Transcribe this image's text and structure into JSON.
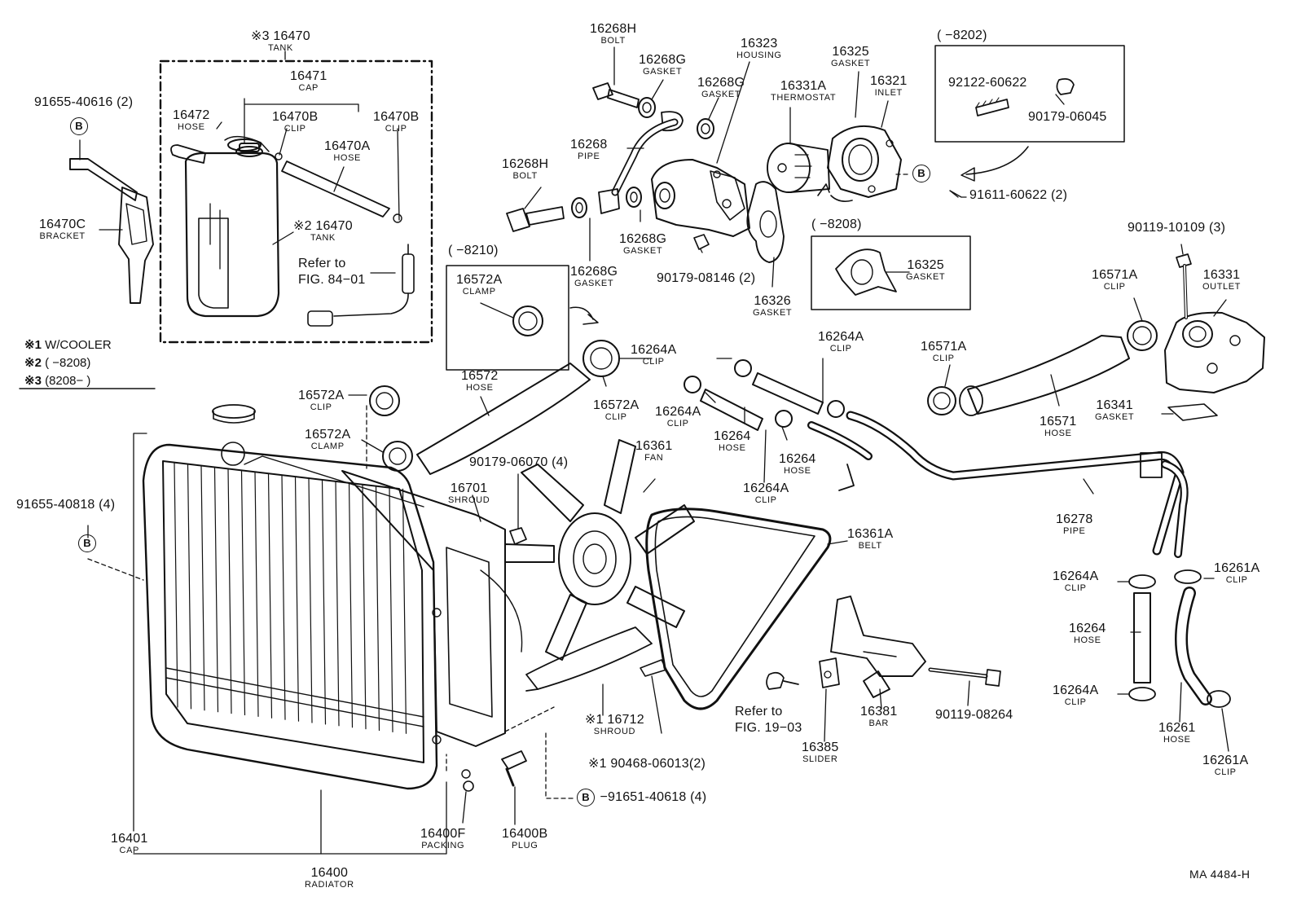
{
  "parts": [
    {
      "id": "tank3",
      "number": "※3 16470",
      "name": "TANK"
    },
    {
      "id": "cap16471",
      "number": "16471",
      "name": "CAP"
    },
    {
      "id": "hose16472",
      "number": "16472",
      "name": "HOSE"
    },
    {
      "id": "clip16470b1",
      "number": "16470B",
      "name": "CLIP"
    },
    {
      "id": "clip16470b2",
      "number": "16470B",
      "name": "CLIP"
    },
    {
      "id": "hose16470a",
      "number": "16470A",
      "name": "HOSE"
    },
    {
      "id": "tank2",
      "number": "※2 16470",
      "name": "TANK"
    },
    {
      "id": "bolt91655a",
      "number": "91655-40616 (2)",
      "name": ""
    },
    {
      "id": "bracket16470c",
      "number": "16470C",
      "name": "BRACKET"
    },
    {
      "id": "bolt16268h1",
      "number": "16268H",
      "name": "BOLT"
    },
    {
      "id": "gasket16268g1",
      "number": "16268G",
      "name": "GASKET"
    },
    {
      "id": "housing16323",
      "number": "16323",
      "name": "HOUSING"
    },
    {
      "id": "gasket16268g2",
      "number": "16268G",
      "name": "GASKET"
    },
    {
      "id": "pipe16268",
      "number": "16268",
      "name": "PIPE"
    },
    {
      "id": "bolt16268h2",
      "number": "16268H",
      "name": "BOLT"
    },
    {
      "id": "gasket16268g3",
      "number": "16268G",
      "name": "GASKET"
    },
    {
      "id": "gasket16268g4",
      "number": "16268G",
      "name": "GASKET"
    },
    {
      "id": "nut90179a",
      "number": "90179-08146 (2)",
      "name": ""
    },
    {
      "id": "thermo16331a",
      "number": "16331A",
      "name": "THERMOSTAT"
    },
    {
      "id": "gasket16325a",
      "number": "16325",
      "name": "GASKET"
    },
    {
      "id": "inlet16321",
      "number": "16321",
      "name": "INLET"
    },
    {
      "id": "gasket16326",
      "number": "16326",
      "name": "GASKET"
    },
    {
      "id": "bolt91611",
      "number": "91611-60622 (2)",
      "name": ""
    },
    {
      "id": "stud92122",
      "number": "92122-60622",
      "name": ""
    },
    {
      "id": "nut90179b",
      "number": "90179-06045",
      "name": ""
    },
    {
      "id": "gasket16325b",
      "number": "16325",
      "name": "GASKET"
    },
    {
      "id": "bolt90119a",
      "number": "90119-10109 (3)",
      "name": ""
    },
    {
      "id": "clip16571a1",
      "number": "16571A",
      "name": "CLIP"
    },
    {
      "id": "outlet16331",
      "number": "16331",
      "name": "OUTLET"
    },
    {
      "id": "clip16571a2",
      "number": "16571A",
      "name": "CLIP"
    },
    {
      "id": "hose16571",
      "number": "16571",
      "name": "HOSE"
    },
    {
      "id": "gasket16341",
      "number": "16341",
      "name": "GASKET"
    },
    {
      "id": "clamp16572a1",
      "number": "16572A",
      "name": "CLAMP"
    },
    {
      "id": "clip16572a1",
      "number": "16572A",
      "name": "CLIP"
    },
    {
      "id": "clamp16572a2",
      "number": "16572A",
      "name": "CLAMP"
    },
    {
      "id": "hose16572",
      "number": "16572",
      "name": "HOSE"
    },
    {
      "id": "clip16572a2",
      "number": "16572A",
      "name": "CLIP"
    },
    {
      "id": "clip16264a1",
      "number": "16264A",
      "name": "CLIP"
    },
    {
      "id": "clip16264a2",
      "number": "16264A",
      "name": "CLIP"
    },
    {
      "id": "clip16264a3",
      "number": "16264A",
      "name": "CLIP"
    },
    {
      "id": "hose16264a",
      "number": "16264",
      "name": "HOSE"
    },
    {
      "id": "hose16264b",
      "number": "16264",
      "name": "HOSE"
    },
    {
      "id": "clip16264a4",
      "number": "16264A",
      "name": "CLIP"
    },
    {
      "id": "fan16361",
      "number": "16361",
      "name": "FAN"
    },
    {
      "id": "bolt90179c",
      "number": "90179-06070 (4)",
      "name": ""
    },
    {
      "id": "shroud16701",
      "number": "16701",
      "name": "SHROUD"
    },
    {
      "id": "belt16361a",
      "number": "16361A",
      "name": "BELT"
    },
    {
      "id": "pipe16278",
      "number": "16278",
      "name": "PIPE"
    },
    {
      "id": "clip16264a5",
      "number": "16264A",
      "name": "CLIP"
    },
    {
      "id": "clip16261a1",
      "number": "16261A",
      "name": "CLIP"
    },
    {
      "id": "hose16264c",
      "number": "16264",
      "name": "HOSE"
    },
    {
      "id": "clip16264a6",
      "number": "16264A",
      "name": "CLIP"
    },
    {
      "id": "hose16261",
      "number": "16261",
      "name": "HOSE"
    },
    {
      "id": "clip16261a2",
      "number": "16261A",
      "name": "CLIP"
    },
    {
      "id": "bolt91655b",
      "number": "91655-40818 (4)",
      "name": ""
    },
    {
      "id": "shroud16712",
      "number": "※1 16712",
      "name": "SHROUD"
    },
    {
      "id": "clip90468",
      "number": "※1 90468-06013(2)",
      "name": ""
    },
    {
      "id": "bar16381",
      "number": "16381",
      "name": "BAR"
    },
    {
      "id": "bolt90119b",
      "number": "90119-08264",
      "name": ""
    },
    {
      "id": "slider16385",
      "number": "16385",
      "name": "SLIDER"
    },
    {
      "id": "cap16401",
      "number": "16401",
      "name": "CAP"
    },
    {
      "id": "packing16400f",
      "number": "16400F",
      "name": "PACKING"
    },
    {
      "id": "plug16400b",
      "number": "16400B",
      "name": "PLUG"
    },
    {
      "id": "radiator16400",
      "number": "16400",
      "name": "RADIATOR"
    }
  ],
  "references": {
    "fig84": {
      "line1": "Refer to",
      "line2": "FIG. 84−01"
    },
    "fig19": {
      "line1": "Refer to",
      "line2": "FIG. 19−03"
    },
    "b_marker": "B",
    "bolt91651": "−91651-40618 (4)"
  },
  "date_ranges": {
    "r8210": "(        −8210)",
    "r8202": "(        −8202)",
    "r8208": "(        −8208)"
  },
  "legend": [
    {
      "mark": "※1",
      "text": "W/COOLER"
    },
    {
      "mark": "※2",
      "text": "(          −8208)"
    },
    {
      "mark": "※3",
      "text": "(8208−          )"
    }
  ],
  "drawing_code": "MA  4484-H",
  "colors": {
    "ink": "#111111",
    "paper": "#ffffff"
  }
}
